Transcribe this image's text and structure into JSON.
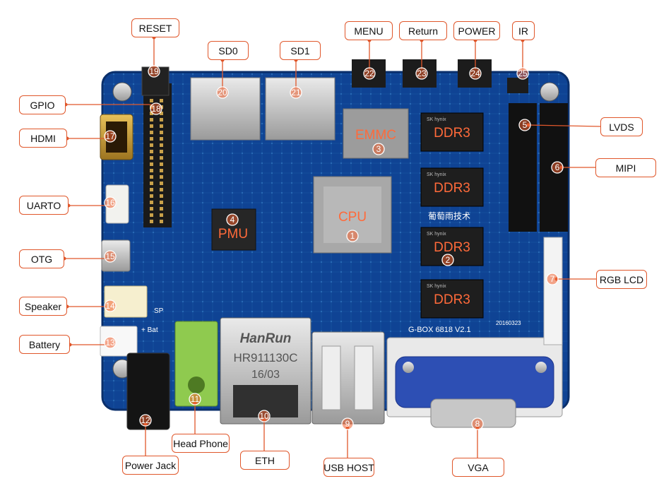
{
  "components": [
    {
      "id": "1",
      "label": "CPU"
    },
    {
      "id": "2",
      "label": "DDR3"
    },
    {
      "id": "3",
      "label": "EMMC"
    },
    {
      "id": "4",
      "label": "PMU"
    },
    {
      "id": "5",
      "label": "LVDS"
    },
    {
      "id": "6",
      "label": "MIPI"
    },
    {
      "id": "7",
      "label": "RGB LCD"
    },
    {
      "id": "8",
      "label": "VGA"
    },
    {
      "id": "9",
      "label": "USB HOST"
    },
    {
      "id": "10",
      "label": "ETH"
    },
    {
      "id": "11",
      "label": "Head Phone"
    },
    {
      "id": "12",
      "label": "Power Jack"
    },
    {
      "id": "13",
      "label": "Battery"
    },
    {
      "id": "14",
      "label": "Speaker"
    },
    {
      "id": "15",
      "label": "OTG"
    },
    {
      "id": "16",
      "label": "UARTO"
    },
    {
      "id": "17",
      "label": "HDMI"
    },
    {
      "id": "18",
      "label": "GPIO"
    },
    {
      "id": "19",
      "label": "RESET"
    },
    {
      "id": "20",
      "label": "SD0"
    },
    {
      "id": "21",
      "label": "SD1"
    },
    {
      "id": "22",
      "label": "MENU"
    },
    {
      "id": "23",
      "label": "Return"
    },
    {
      "id": "24",
      "label": "POWER"
    },
    {
      "id": "25",
      "label": "IR"
    }
  ],
  "chip_labels": {
    "cpu": "CPU",
    "emmc": "EMMC",
    "pmu": "PMU",
    "ddr3": "DDR3"
  },
  "board_text": {
    "model": "G-BOX 6818 V2.1",
    "date": "20160323",
    "brand_cn": "葡萄雨技术",
    "eth_brand": "HanRun",
    "eth_part": "HR911130C",
    "eth_code": "16/03",
    "sd_mark": "SP",
    "bat_mark": "+ Bat",
    "ram_brand": "SK hynix"
  },
  "colors": {
    "board": "#0d3f8c",
    "accent": "#e0572b",
    "chip_label": "#ff6a3a"
  }
}
